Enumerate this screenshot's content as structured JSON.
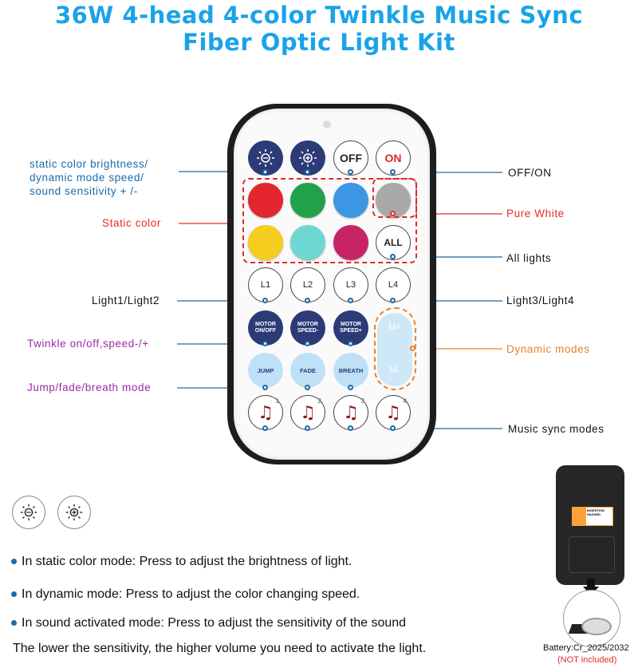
{
  "title": {
    "line1": "36W 4-head 4-color Twinkle Music Sync",
    "line2": "Fiber Optic Light Kit"
  },
  "remote": {
    "power_off": "OFF",
    "power_on": "ON",
    "all": "ALL",
    "channels": [
      "L1",
      "L2",
      "L3",
      "L4"
    ],
    "motor": [
      {
        "line1": "MOTOR",
        "line2": "ON/OFF"
      },
      {
        "line1": "MOTOR",
        "line2": "SPEED-"
      },
      {
        "line1": "MOTOR",
        "line2": "SPEED+"
      }
    ],
    "modes": [
      "JUMP",
      "FADE",
      "BREATH"
    ],
    "dynamic_plus": "M+",
    "dynamic_minus": "M-",
    "music_numbers": [
      "1",
      "2",
      "3",
      "4"
    ],
    "colors": [
      "#e4262f",
      "#21a14a",
      "#3c96e3",
      "#a9a9a9",
      "#f6cc1e",
      "#6fd7d2",
      "#c72466"
    ]
  },
  "callouts": {
    "brightness": [
      "static color brightness/",
      "dynamic mode speed/",
      "sound sensitivity + /-"
    ],
    "static_color": "Static color",
    "light12": "Light1/Light2",
    "twinkle": "Twinkle on/off,speed-/+",
    "jump": "Jump/fade/breath mode",
    "off_on": "OFF/ON",
    "pure_white": "Pure White",
    "all_lights": "All lights",
    "light34": "Light3/Light4",
    "dynamic": "Dynamic modes",
    "music": "Music sync modes"
  },
  "callout_colors": {
    "blue": "#1a6aa8",
    "red": "#e32b2b",
    "purple": "#9b2aa8",
    "orange": "#e8822a",
    "black": "#111111"
  },
  "notes": [
    "In static color mode: Press to adjust the brightness of light.",
    "In dynamic mode: Press to adjust the color changing speed.",
    "In sound activated mode: Press to adjust the sensitivity of the sound"
  ],
  "note_extra": "The lower the sensitivity, the higher volume you need to activate the light.",
  "battery": {
    "model": "Battery:Cr_2025/2032",
    "note": "(NOT included)",
    "warning_title": "INGESTION HAZARD"
  },
  "icons": [
    "brightness-down-icon",
    "brightness-up-icon",
    "music-note-icon",
    "battery-icon"
  ]
}
